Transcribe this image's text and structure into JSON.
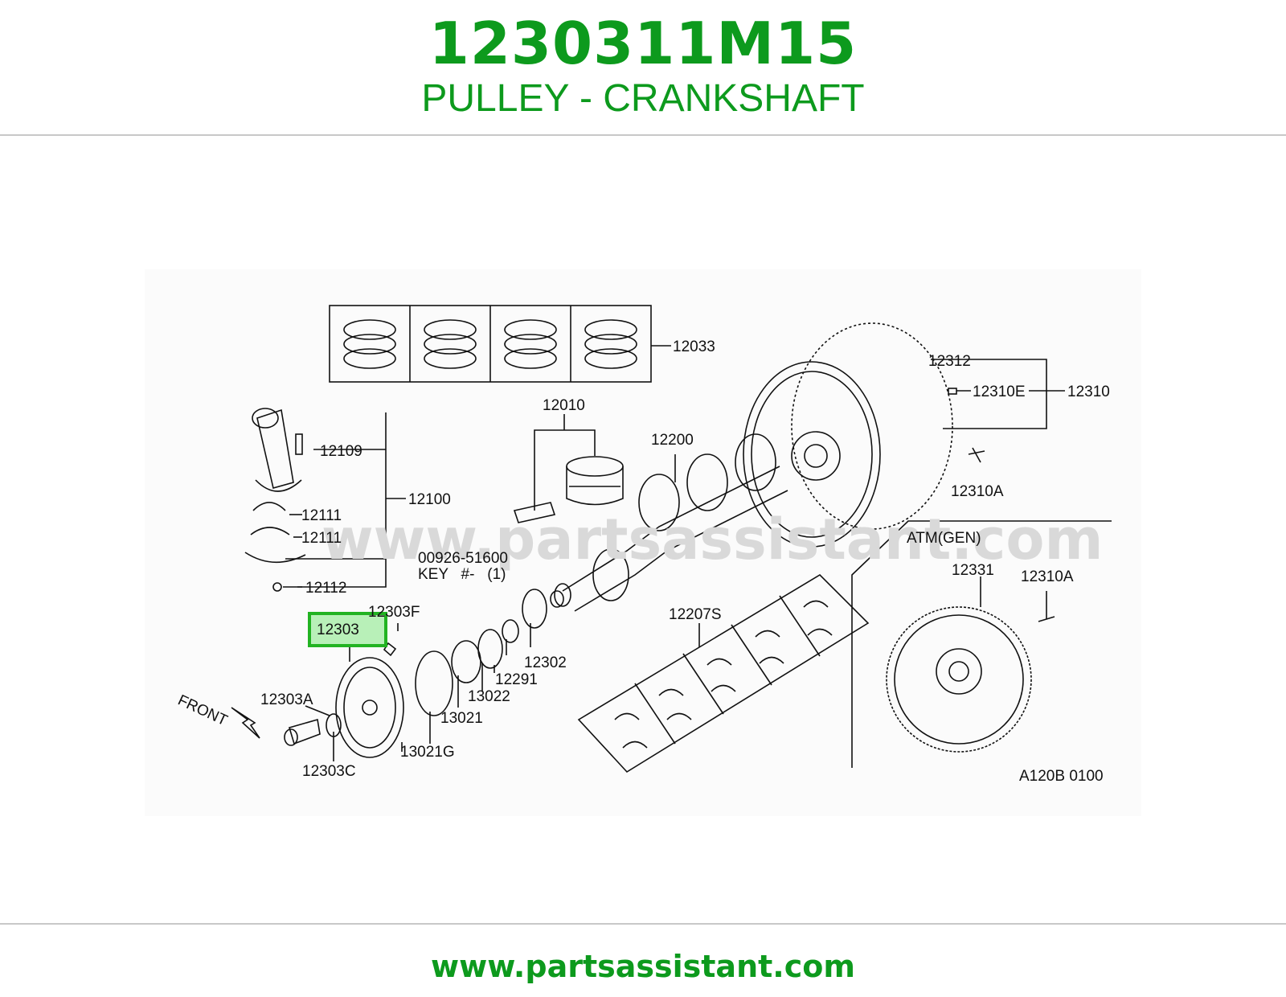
{
  "header": {
    "part_number": "1230311M15",
    "part_name": "PULLEY - CRANKSHAFT"
  },
  "diagram": {
    "watermark": "www.partsassistant.com",
    "highlight_label": "12303",
    "highlight_color": "#22b322",
    "section_label": "ATM(GEN)",
    "front_label": "FRONT",
    "ref_code": "A120B 0100",
    "callouts": {
      "c12033": "12033",
      "c12312": "12312",
      "c12310E": "12310E",
      "c12310": "12310",
      "c12010": "12010",
      "c12200": "12200",
      "c12109": "12109",
      "c12100": "12100",
      "c12111a": "12111",
      "c12111b": "12111",
      "c12112": "12112",
      "c12310A_top": "12310A",
      "c00926": "00926-51600",
      "key_line": "KEY   #-   (1)",
      "c12303F": "12303F",
      "c12302": "12302",
      "c12291": "12291",
      "c13022": "13022",
      "c13021": "13021",
      "c13021G": "13021G",
      "c12303A": "12303A",
      "c12303C": "12303C",
      "c12207S": "12207S",
      "c12331": "12331",
      "c12310A_atm": "12310A"
    }
  },
  "footer": {
    "url": "www.partsassistant.com"
  }
}
